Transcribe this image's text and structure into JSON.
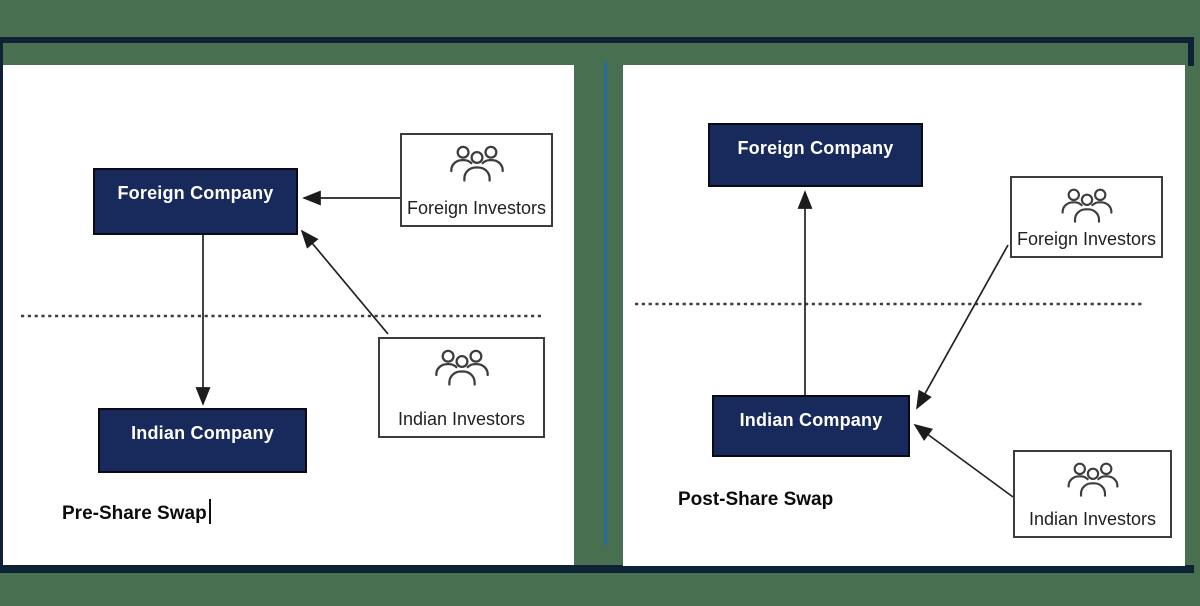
{
  "window": {
    "type": "slide-diagram-screenshot",
    "background_color": "#487050"
  },
  "frame": {
    "line_color": "#0d2335",
    "divider_color": "#226b9c"
  },
  "colors": {
    "company_box_fill": "#182a5c",
    "company_box_text": "#ffffff",
    "investor_box_border": "#3c3c3c",
    "arrow": "#222222",
    "dashed_boundary": "#3f3f3f"
  },
  "icons": {
    "investor_icon": "people-group-icon"
  },
  "panels": [
    {
      "caption": "Pre-Share Swap",
      "boxes": {
        "foreign_company": "Foreign Company",
        "foreign_investors": "Foreign Investors",
        "indian_company": "Indian Company",
        "indian_investors": "Indian Investors"
      }
    },
    {
      "caption": "Post-Share Swap",
      "boxes": {
        "foreign_company": "Foreign Company",
        "foreign_investors": "Foreign Investors",
        "indian_company": "Indian Company",
        "indian_investors": "Indian Investors"
      }
    }
  ]
}
